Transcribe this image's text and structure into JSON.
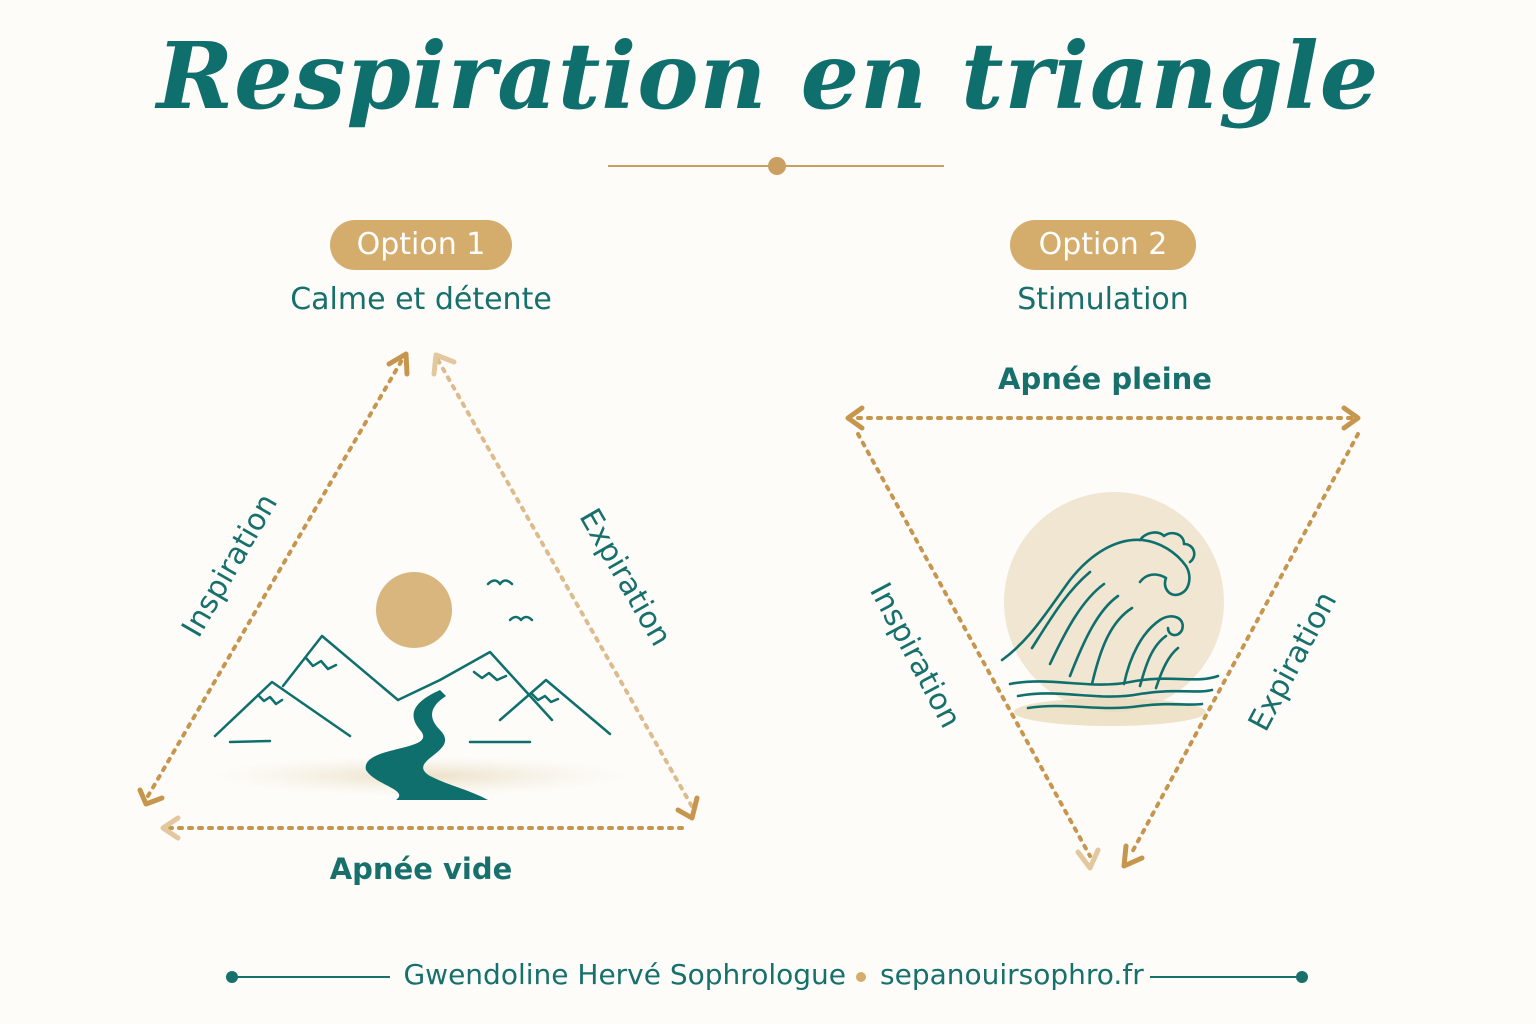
{
  "title": "Respiration en triangle",
  "colors": {
    "teal": "#0f6f6d",
    "gold": "#d4ac6c",
    "cream": "#efe4cc"
  },
  "option1": {
    "badge": "Option 1",
    "subtitle": "Calme et détente",
    "labels": {
      "left": "Inspiration",
      "right": "Expiration",
      "bottom": "Apnée vide"
    },
    "illustration": "mountain-landscape-icon"
  },
  "option2": {
    "badge": "Option 2",
    "subtitle": "Stimulation",
    "labels": {
      "top": "Apnée pleine",
      "left": "Inspiration",
      "right": "Expiration"
    },
    "illustration": "wave-icon"
  },
  "footer": {
    "author": "Gwendoline Hervé Sophrologue",
    "website": "sepanouirsophro.fr"
  }
}
